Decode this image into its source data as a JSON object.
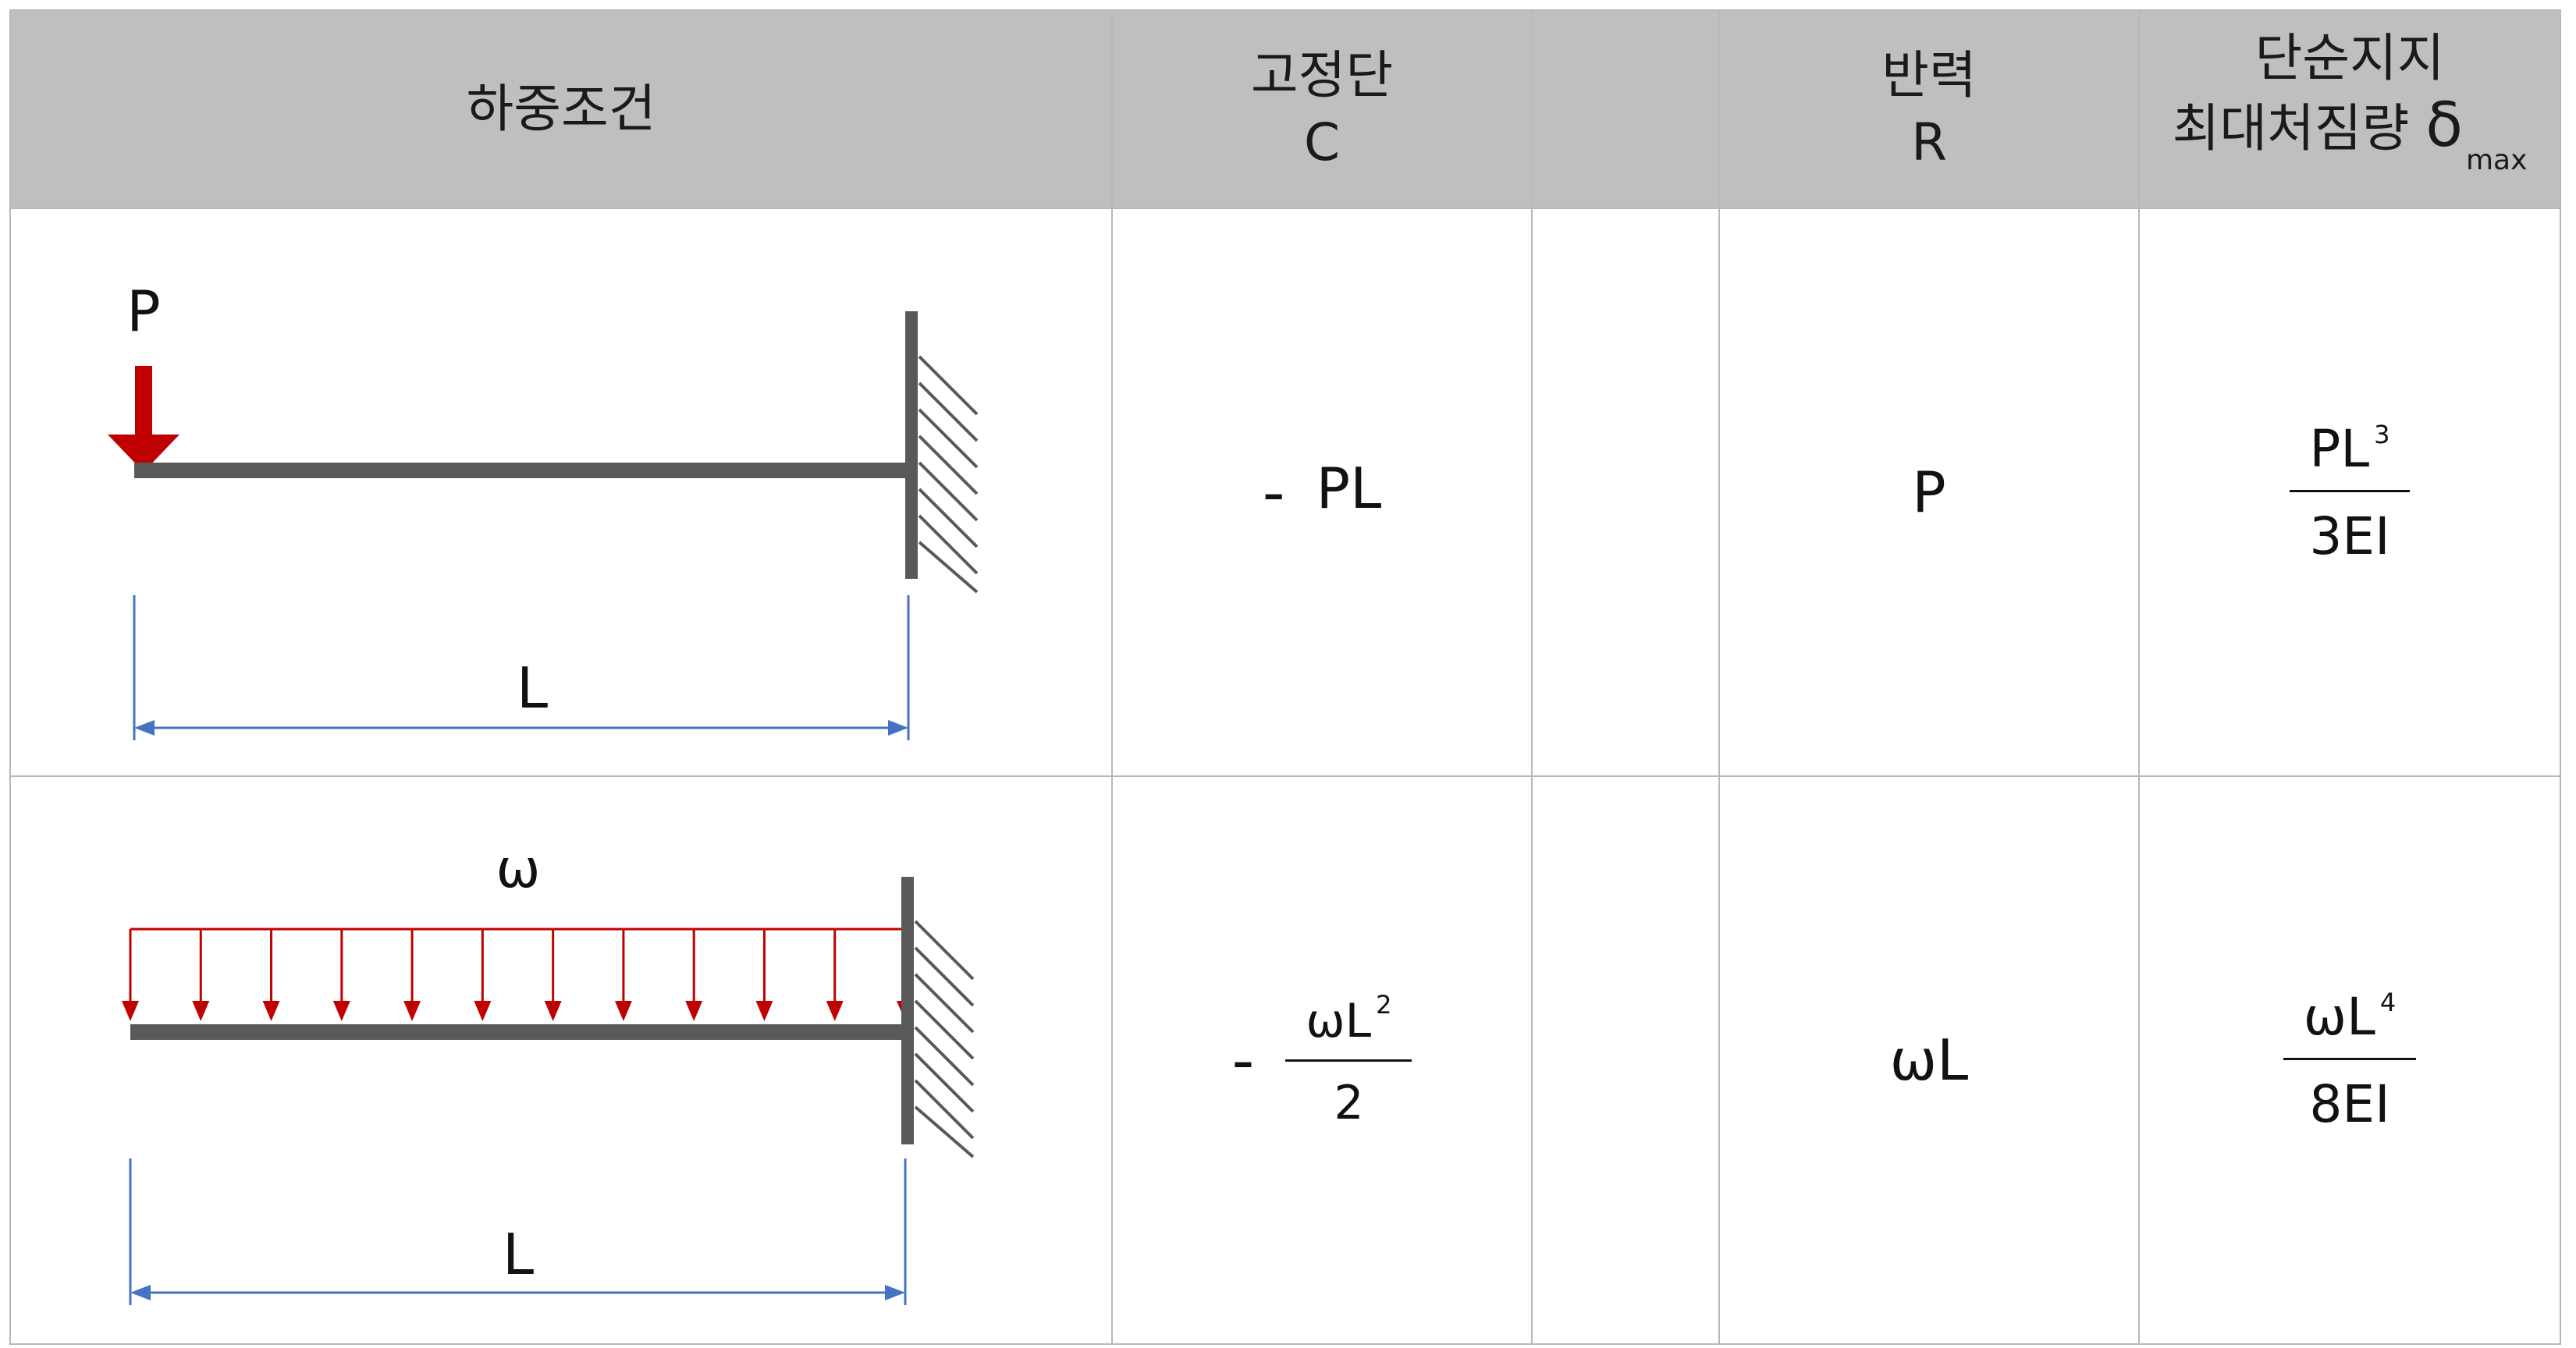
{
  "header": {
    "col1": "하중조건",
    "col2_line1": "고정단",
    "col2_line2": "C",
    "col3": "",
    "col4_line1": "반력",
    "col4_line2": "R",
    "col5_line1": "단순지지",
    "col5_line2_prefix": "최대처짐량",
    "col5_delta": "δ",
    "col5_sub": "max"
  },
  "rows": [
    {
      "load_label": "P",
      "span_label": "L",
      "moment_sign": "-",
      "moment": "PL",
      "reaction": "P",
      "deflection_num": "PL",
      "deflection_num_exp": "3",
      "deflection_den": "3EI"
    },
    {
      "load_label": "ω",
      "span_label": "L",
      "moment_sign": "-",
      "moment_num": "ωL",
      "moment_num_exp": "2",
      "moment_den": "2",
      "reaction": "ωL",
      "deflection_num": "ωL",
      "deflection_num_exp": "4",
      "deflection_den": "8EI"
    }
  ],
  "colors": {
    "header_bg": "#bfbfbf",
    "grid": "#b8b8b8",
    "beam": "#595959",
    "load_arrow": "#c00000",
    "dimension": "#4472c4"
  }
}
